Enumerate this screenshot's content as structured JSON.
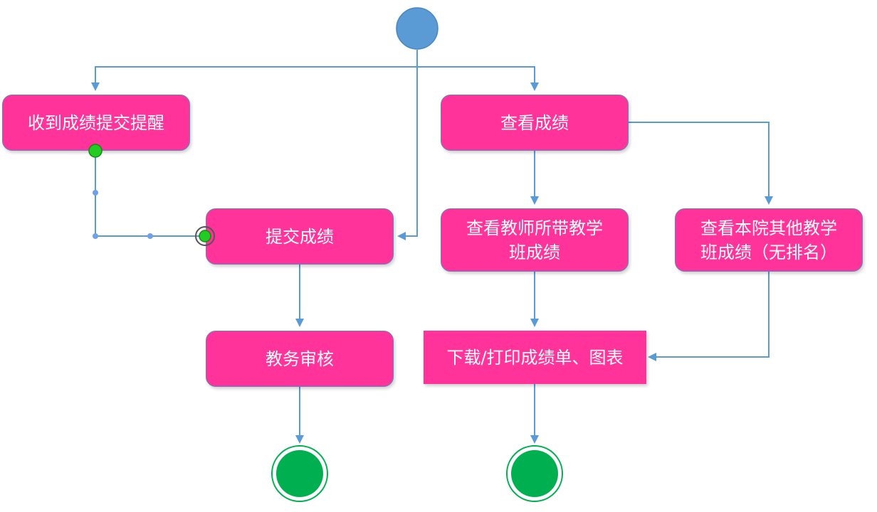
{
  "nodes": {
    "receive_reminder": "收到成绩提交提醒",
    "submit_grades": "提交成绩",
    "academic_review": "教务审核",
    "view_grades": "查看成绩",
    "view_teacher_classes": "查看教师所带教学\n班成绩",
    "view_other_classes": "查看本院其他教学\n班成绩（无排名）",
    "download_print": "下载/打印成绩单、图表"
  },
  "colors": {
    "activity_fill": "#ff3399",
    "activity_border": "#5b86c5",
    "connector": "#5b9bd5",
    "start_node": "#5b9bd5",
    "end_node": "#00b050",
    "handle": "#22cc22"
  }
}
